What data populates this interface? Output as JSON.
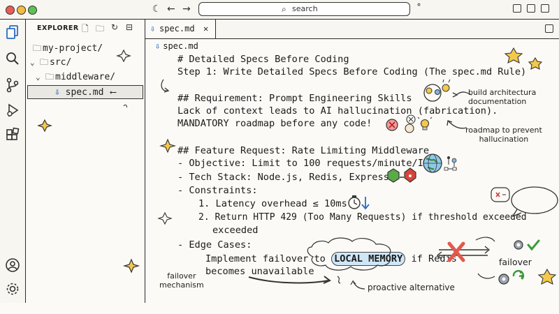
{
  "window": {
    "search_placeholder": "search",
    "accent_color": "#2b6cc4",
    "traffic_lights": [
      "#ec5b56",
      "#f4bb3f",
      "#5dc252"
    ]
  },
  "activity_bar": {
    "icons": [
      "files-icon",
      "search-icon",
      "source-control-icon",
      "run-debug-icon",
      "extensions-icon",
      "account-icon",
      "settings-icon"
    ]
  },
  "explorer": {
    "title": "EXPLORER",
    "tree": [
      {
        "label": "my-project/",
        "type": "folder"
      },
      {
        "label": "src/",
        "type": "folder"
      },
      {
        "label": "middleware/",
        "type": "folder"
      },
      {
        "label": "spec.md",
        "type": "file",
        "selected": true
      }
    ]
  },
  "editor": {
    "tab_label": "spec.md",
    "breadcrumb": "spec.md",
    "lines": [
      "# Detailed Specs Before Coding",
      "Step 1: Write Detailed Specs Before Coding (The spec.md Rule)",
      "## Requirement: Prompt Engineering Skills",
      "Lack of context leads to AI hallucination (fabrication).",
      "MANDATORY roadmap before any code!",
      "## Feature Request: Rate Limiting Middleware",
      "- Objective: Limit to 100 requests/minute/IP",
      "- Tech Stack: Node.js, Redis, Express",
      "- Constraints:",
      "1. Latency overhead ≤ 10ms",
      "2. Return HTTP 429 (Too Many Requests) if threshold exceeded",
      "exceeded",
      "- Edge Cases:",
      "Implement failover to",
      "LOCAL MEMORY",
      "if Redis",
      "becomes unavailable"
    ]
  },
  "annotations": {
    "build_docs": "build architectura\ndocumentation",
    "roadmap_prevent": "roadmap to prevent\nhallucination",
    "too_many_requests": "Too Many\nRequests",
    "failover": "failover",
    "failover_mechanism": "failover\nmechanism",
    "proactive_alternative": "proactive alternative"
  }
}
